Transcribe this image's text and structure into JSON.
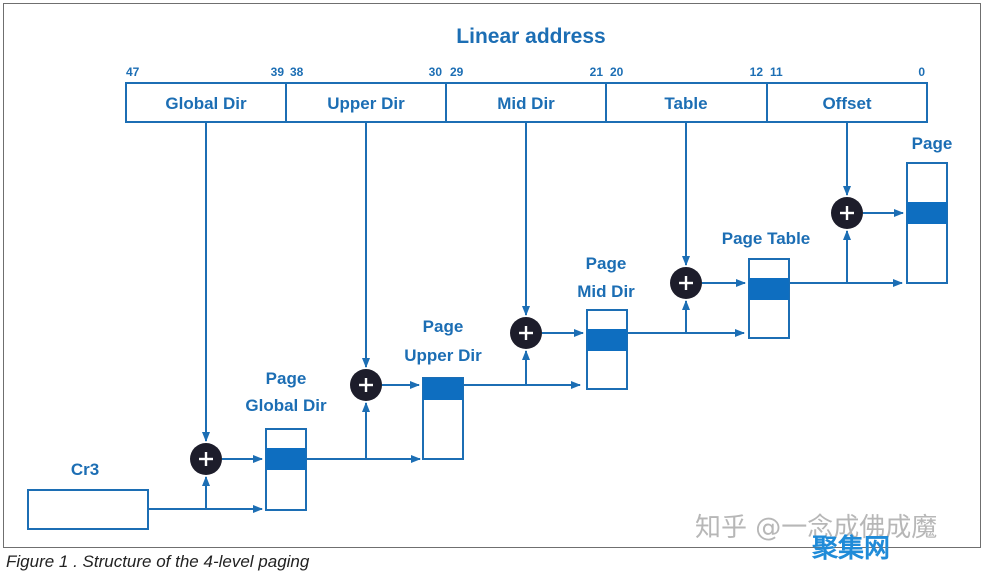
{
  "title": "Linear address",
  "fields": [
    {
      "label": "Global Dir",
      "bit_high": "47",
      "bit_low": "39"
    },
    {
      "label": "Upper Dir",
      "bit_high": "38",
      "bit_low": "30"
    },
    {
      "label": "Mid Dir",
      "bit_high": "29",
      "bit_low": "21"
    },
    {
      "label": "Table",
      "bit_high": "20",
      "bit_low": "12"
    },
    {
      "label": "Offset",
      "bit_high": "11",
      "bit_low": "0"
    }
  ],
  "register": {
    "label": "Cr3"
  },
  "levels": [
    {
      "line1": "Page",
      "line2": "Global Dir"
    },
    {
      "line1": "Page",
      "line2": "Upper Dir"
    },
    {
      "line1": "Page",
      "line2": "Mid Dir"
    },
    {
      "line1": "Page Table"
    },
    {
      "line1": "Page"
    }
  ],
  "caption": "Figure 1 . Structure of the 4-level paging",
  "watermark": "知乎 @一念成佛成魔",
  "watermark2": "聚集网",
  "colors": {
    "accent": "#1c6eb4",
    "highlight": "#0e6ec0",
    "adder": "#1d1d2b"
  }
}
